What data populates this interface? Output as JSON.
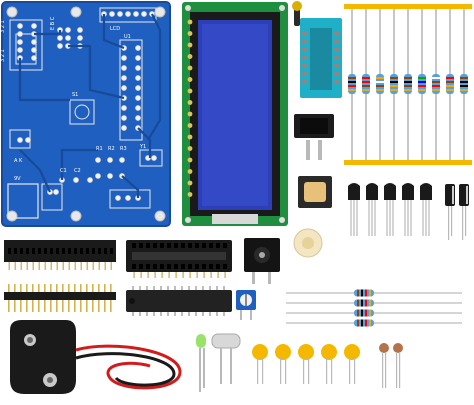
{
  "pcb": {
    "labels": [
      "3 2 1",
      "3 2 1",
      "E B C",
      "A K",
      "LCD",
      "R1",
      "R2",
      "R3",
      "C1",
      "C2",
      "S1",
      "Y1",
      "U1",
      "9V"
    ]
  },
  "lcd": {
    "pins": 16
  },
  "resistors_vertical": {
    "count": 9
  },
  "electrolytic_caps": {
    "count": 2
  },
  "transistors": {
    "count": 5
  },
  "resistors_horizontal": {
    "count": 4
  },
  "ceramic_caps": {
    "count": 5
  },
  "small_caps": {
    "count": 2
  },
  "colors": {
    "pcb": "#1f5fbf",
    "pcb_dark": "#174b9a",
    "lcd_board": "#1f8f3f",
    "lcd_screen": "#2c3fb8",
    "resistor_body": "#5aa0d8",
    "zif_socket": "#1fb0c8",
    "capacitor_yellow": "#f5b800",
    "battery_clip": "#1a1a1a",
    "wire_red": "#d21c1c"
  }
}
